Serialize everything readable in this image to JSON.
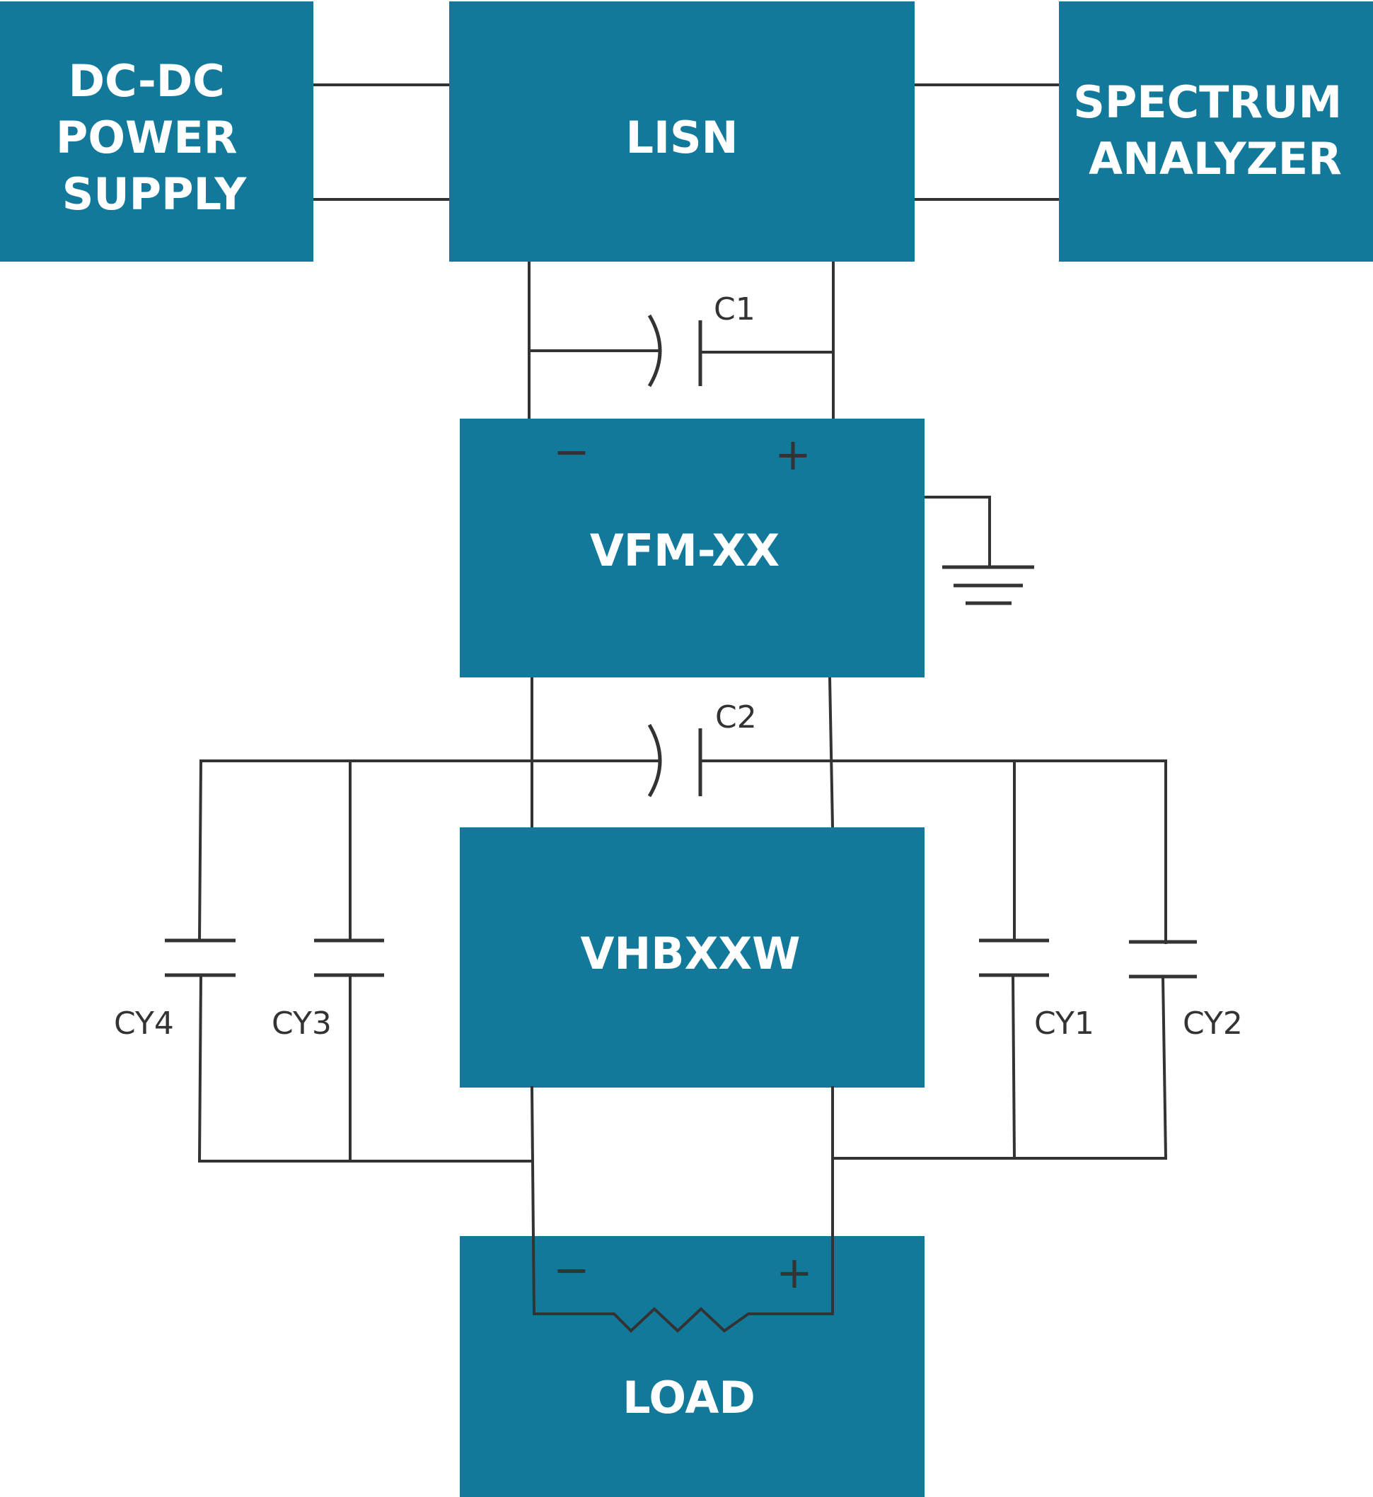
{
  "blocks": {
    "dc_dc_power_supply": [
      "DC-DC",
      "POWER",
      "SUPPLY"
    ],
    "lisn": "LISN",
    "spectrum_analyzer": [
      "SPECTRUM",
      "ANALYZER"
    ],
    "vfm": "VFM-XX",
    "vhb": "VHBXXW",
    "load": "LOAD"
  },
  "capacitors": {
    "c1": "C1",
    "c2": "C2",
    "cy1": "CY1",
    "cy2": "CY2",
    "cy3": "CY3",
    "cy4": "CY4"
  },
  "terminals": {
    "minus": "−",
    "plus": "+"
  },
  "colors": {
    "block": "#13799b",
    "wire": "#333333",
    "block_text": "#ffffff"
  }
}
